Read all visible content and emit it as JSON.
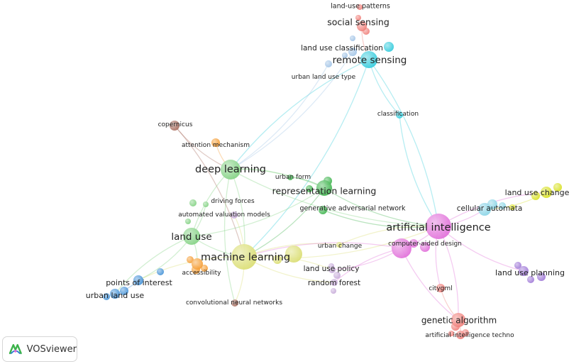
{
  "app": {
    "brand": "VOSviewer"
  },
  "colors": {
    "cluster_green": "#7fd07f",
    "cluster_red": "#ef7b76",
    "cluster_blue": "#3f8fd6",
    "cluster_yellow": "#d9dd6e",
    "cluster_magenta": "#e06ad8",
    "cluster_cyan": "#2ecadb",
    "cluster_purple": "#9c74d6",
    "cluster_darkgreen": "#3bb34a",
    "cluster_orange": "#f59a2e",
    "cluster_brown": "#a76a5c",
    "cluster_lightblue": "#9ec2e6",
    "cluster_skyblue": "#85d3e6",
    "cluster_pink": "#f29aa0",
    "cluster_lavender": "#c5a8d8",
    "cluster_lime": "#d7e01e"
  },
  "network": {
    "nodes": [
      {
        "id": "social-sensing",
        "label": "social sensing",
        "cluster": "cluster_red"
      },
      {
        "id": "land-use-patterns",
        "label": "land-use patterns",
        "cluster": "cluster_red"
      },
      {
        "id": "land-use-classification",
        "label": "land use classification",
        "cluster": "cluster_lightblue"
      },
      {
        "id": "remote-sensing",
        "label": "remote sensing",
        "cluster": "cluster_cyan"
      },
      {
        "id": "urban-land-use-type",
        "label": "urban land use type",
        "cluster": "cluster_lightblue"
      },
      {
        "id": "classification",
        "label": "classification",
        "cluster": "cluster_cyan"
      },
      {
        "id": "copernicus",
        "label": "copernicus",
        "cluster": "cluster_brown"
      },
      {
        "id": "attention-mechanism",
        "label": "attention mechanism",
        "cluster": "cluster_orange"
      },
      {
        "id": "deep-learning",
        "label": "deep learning",
        "cluster": "cluster_green"
      },
      {
        "id": "urban-form",
        "label": "urban form",
        "cluster": "cluster_darkgreen"
      },
      {
        "id": "representation-learning",
        "label": "representation learning",
        "cluster": "cluster_darkgreen"
      },
      {
        "id": "generative-adversarial-network",
        "label": "generative adversarial network",
        "cluster": "cluster_darkgreen"
      },
      {
        "id": "driving-forces",
        "label": "driving forces",
        "cluster": "cluster_green"
      },
      {
        "id": "automated-valuation-models",
        "label": "automated valuation models",
        "cluster": "cluster_lavender"
      },
      {
        "id": "land-use",
        "label": "land use",
        "cluster": "cluster_green"
      },
      {
        "id": "machine-learning",
        "label": "machine learning",
        "cluster": "cluster_yellow"
      },
      {
        "id": "accessibility",
        "label": "accessibility",
        "cluster": "cluster_orange"
      },
      {
        "id": "points-of-interest",
        "label": "points of interest",
        "cluster": "cluster_blue"
      },
      {
        "id": "urban-land-use",
        "label": "urban land use",
        "cluster": "cluster_blue"
      },
      {
        "id": "convolutional-neural-networks",
        "label": "convolutional neural networks",
        "cluster": "cluster_brown"
      },
      {
        "id": "urban-change",
        "label": "urban change",
        "cluster": "cluster_yellow"
      },
      {
        "id": "land-use-policy",
        "label": "land use policy",
        "cluster": "cluster_lavender"
      },
      {
        "id": "random-forest",
        "label": "random forest",
        "cluster": "cluster_lavender"
      },
      {
        "id": "artificial-intelligence",
        "label": "artificial intelligence",
        "cluster": "cluster_magenta"
      },
      {
        "id": "computer-aided-design",
        "label": "computer-aided design",
        "cluster": "cluster_magenta"
      },
      {
        "id": "cellular-automata",
        "label": "cellular automata",
        "cluster": "cluster_skyblue"
      },
      {
        "id": "land-use-change",
        "label": "land use change",
        "cluster": "cluster_lime"
      },
      {
        "id": "land-use-planning",
        "label": "land use planning",
        "cluster": "cluster_purple"
      },
      {
        "id": "citygml",
        "label": "citygml",
        "cluster": "cluster_red"
      },
      {
        "id": "genetic-algorithm",
        "label": "genetic algorithm",
        "cluster": "cluster_red"
      },
      {
        "id": "artificial-intelligence-techno",
        "label": "artificial intelligence techno",
        "cluster": "cluster_red"
      }
    ]
  }
}
